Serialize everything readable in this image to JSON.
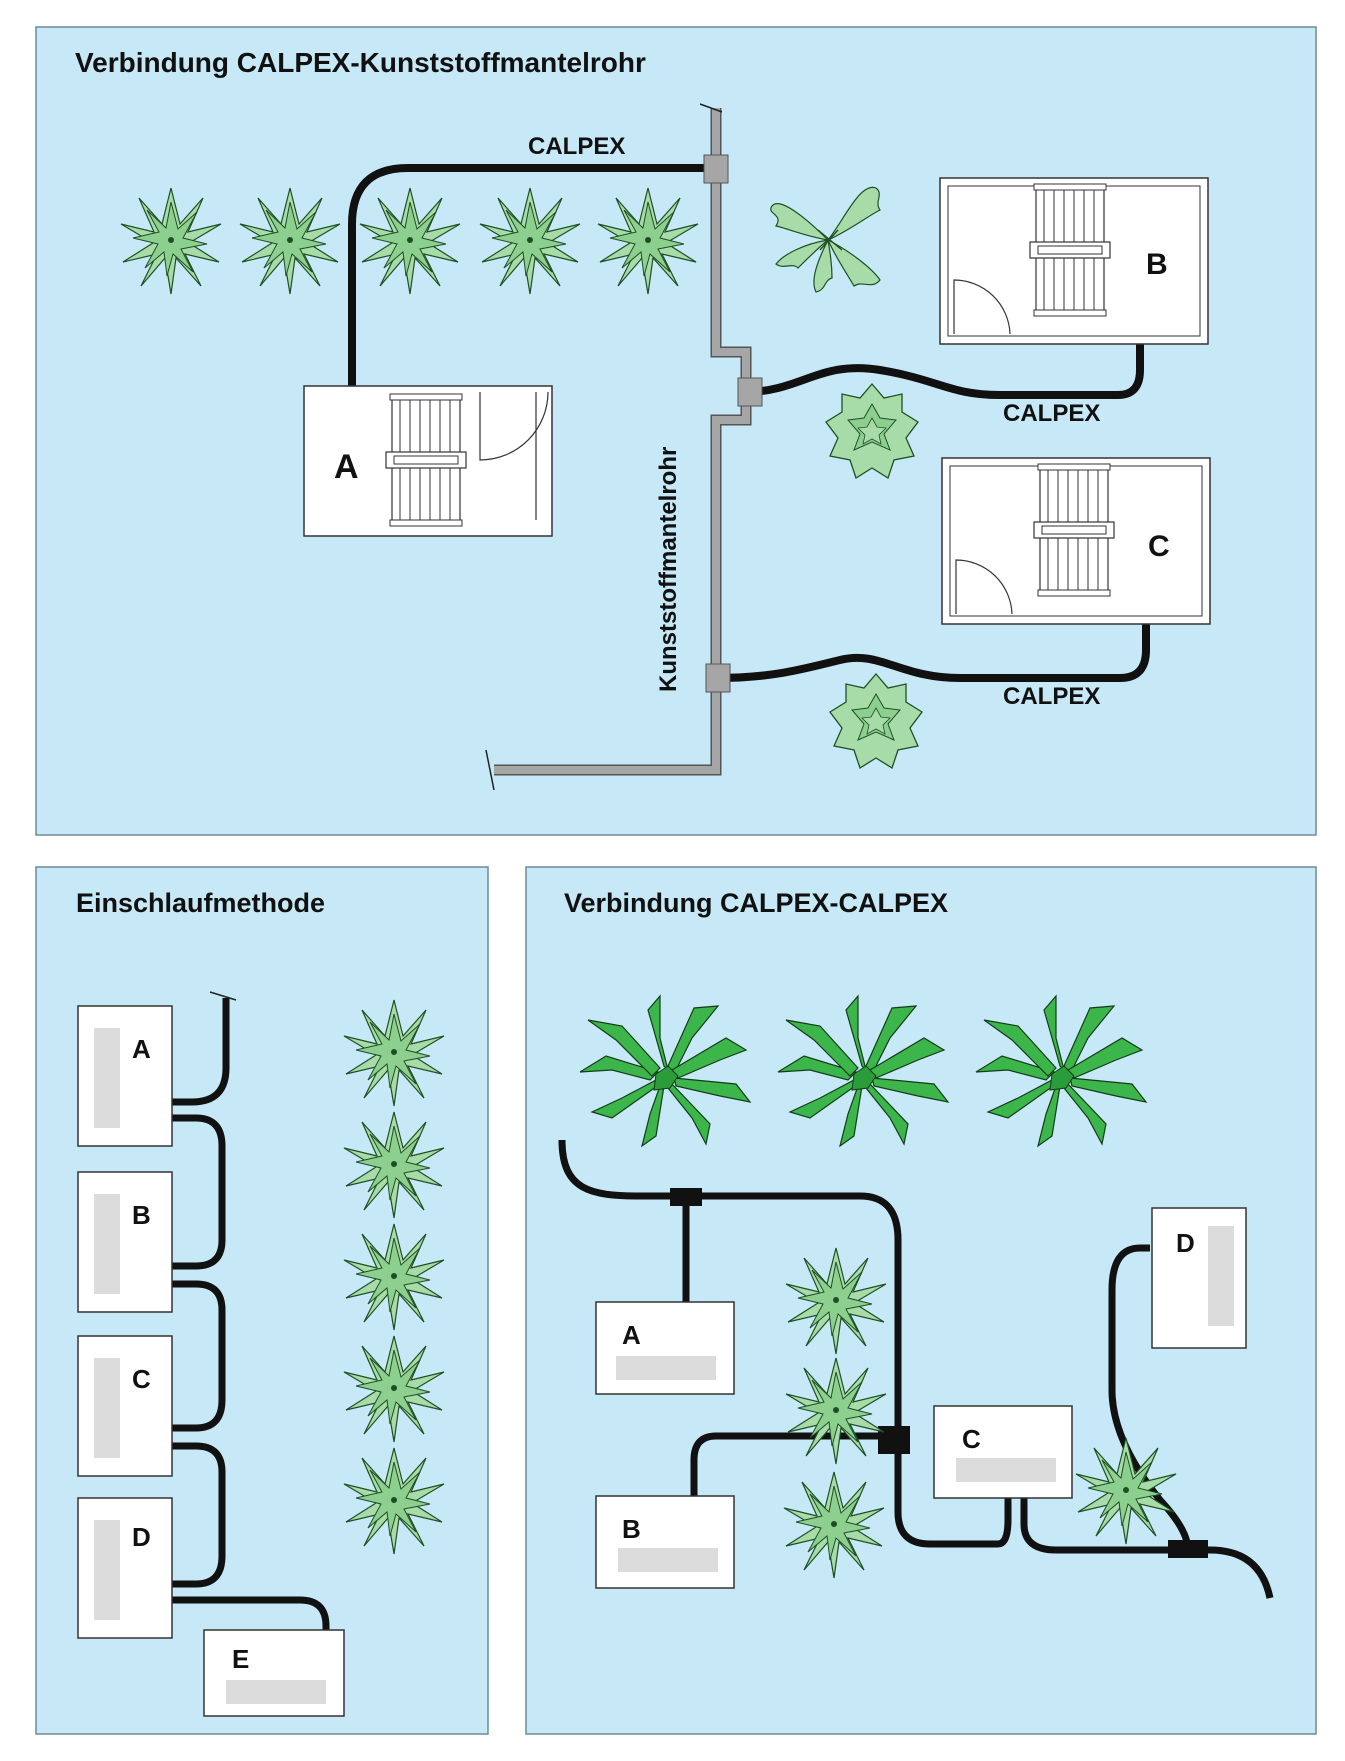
{
  "panels": {
    "top": {
      "title": "Verbindung CALPEX-Kunststoffmantelrohr"
    },
    "bottom_left": {
      "title": "Einschlaufmethode"
    },
    "bottom_right": {
      "title": "Verbindung CALPEX-CALPEX"
    }
  },
  "top_labels": {
    "calpex_a": "CALPEX",
    "calpex_b": "CALPEX",
    "calpex_c": "CALPEX",
    "main_pipe": "Kunststoffmantelrohr"
  },
  "top_buildings": {
    "a": "A",
    "b": "B",
    "c": "C"
  },
  "left_buildings": {
    "a": "A",
    "b": "B",
    "c": "C",
    "d": "D",
    "e": "E"
  },
  "right_buildings": {
    "a": "A",
    "b": "B",
    "c": "C",
    "d": "D"
  },
  "colors": {
    "background": "#c7e8f7",
    "pipe_calpex": "#111111",
    "pipe_main": "#a6a6a6",
    "plant_light": "#9fd6a0",
    "plant_dark": "#3cb54a",
    "building_fill": "#ffffff",
    "placeholder": "#dcdcdc"
  },
  "icons": [
    "star-plant-icon",
    "leaf-plant-icon",
    "shrub-icon",
    "palm-plant-icon",
    "staircase-icon",
    "door-icon",
    "tee-fitting-icon"
  ]
}
